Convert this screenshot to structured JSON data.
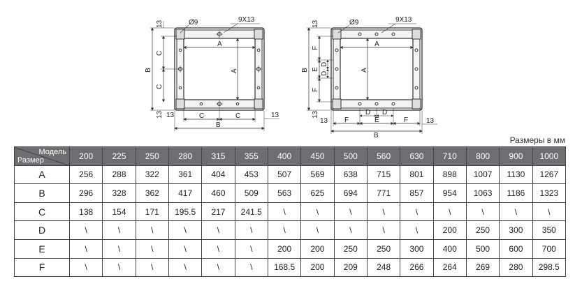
{
  "drawings": {
    "left": {
      "hole": "Ø9",
      "slot": "9X13",
      "flange": "13",
      "labels": {
        "A": "A",
        "B": "B",
        "C": "C"
      }
    },
    "right": {
      "hole": "Ø9",
      "slot": "9X13",
      "flange": "13",
      "labels": {
        "A": "A",
        "B": "B",
        "D": "D",
        "E": "E",
        "F": "F"
      }
    }
  },
  "units_note": "Размеры в мм",
  "table": {
    "corner_top": "Модель",
    "corner_bottom": "Размер",
    "models": [
      "200",
      "225",
      "250",
      "280",
      "315",
      "355",
      "400",
      "450",
      "500",
      "560",
      "630",
      "710",
      "800",
      "900",
      "1000"
    ],
    "rows": [
      {
        "label": "A",
        "values": [
          "256",
          "288",
          "322",
          "361",
          "404",
          "453",
          "507",
          "569",
          "638",
          "715",
          "801",
          "898",
          "1007",
          "1130",
          "1267"
        ]
      },
      {
        "label": "B",
        "values": [
          "296",
          "328",
          "362",
          "417",
          "460",
          "509",
          "563",
          "625",
          "694",
          "771",
          "857",
          "954",
          "1063",
          "1186",
          "1323"
        ]
      },
      {
        "label": "C",
        "values": [
          "138",
          "154",
          "171",
          "195.5",
          "217",
          "241.5",
          "\\",
          "\\",
          "\\",
          "\\",
          "\\",
          "\\",
          "\\",
          "\\",
          "\\"
        ]
      },
      {
        "label": "D",
        "values": [
          "\\",
          "\\",
          "\\",
          "\\",
          "\\",
          "\\",
          "\\",
          "\\",
          "\\",
          "\\",
          "\\",
          "200",
          "250",
          "300",
          "350"
        ]
      },
      {
        "label": "E",
        "values": [
          "\\",
          "\\",
          "\\",
          "\\",
          "\\",
          "\\",
          "200",
          "200",
          "250",
          "250",
          "300",
          "400",
          "500",
          "600",
          "700"
        ]
      },
      {
        "label": "F",
        "values": [
          "\\",
          "\\",
          "\\",
          "\\",
          "\\",
          "\\",
          "168.5",
          "200",
          "209",
          "248",
          "266",
          "264",
          "269",
          "280",
          "298.5"
        ]
      }
    ]
  }
}
